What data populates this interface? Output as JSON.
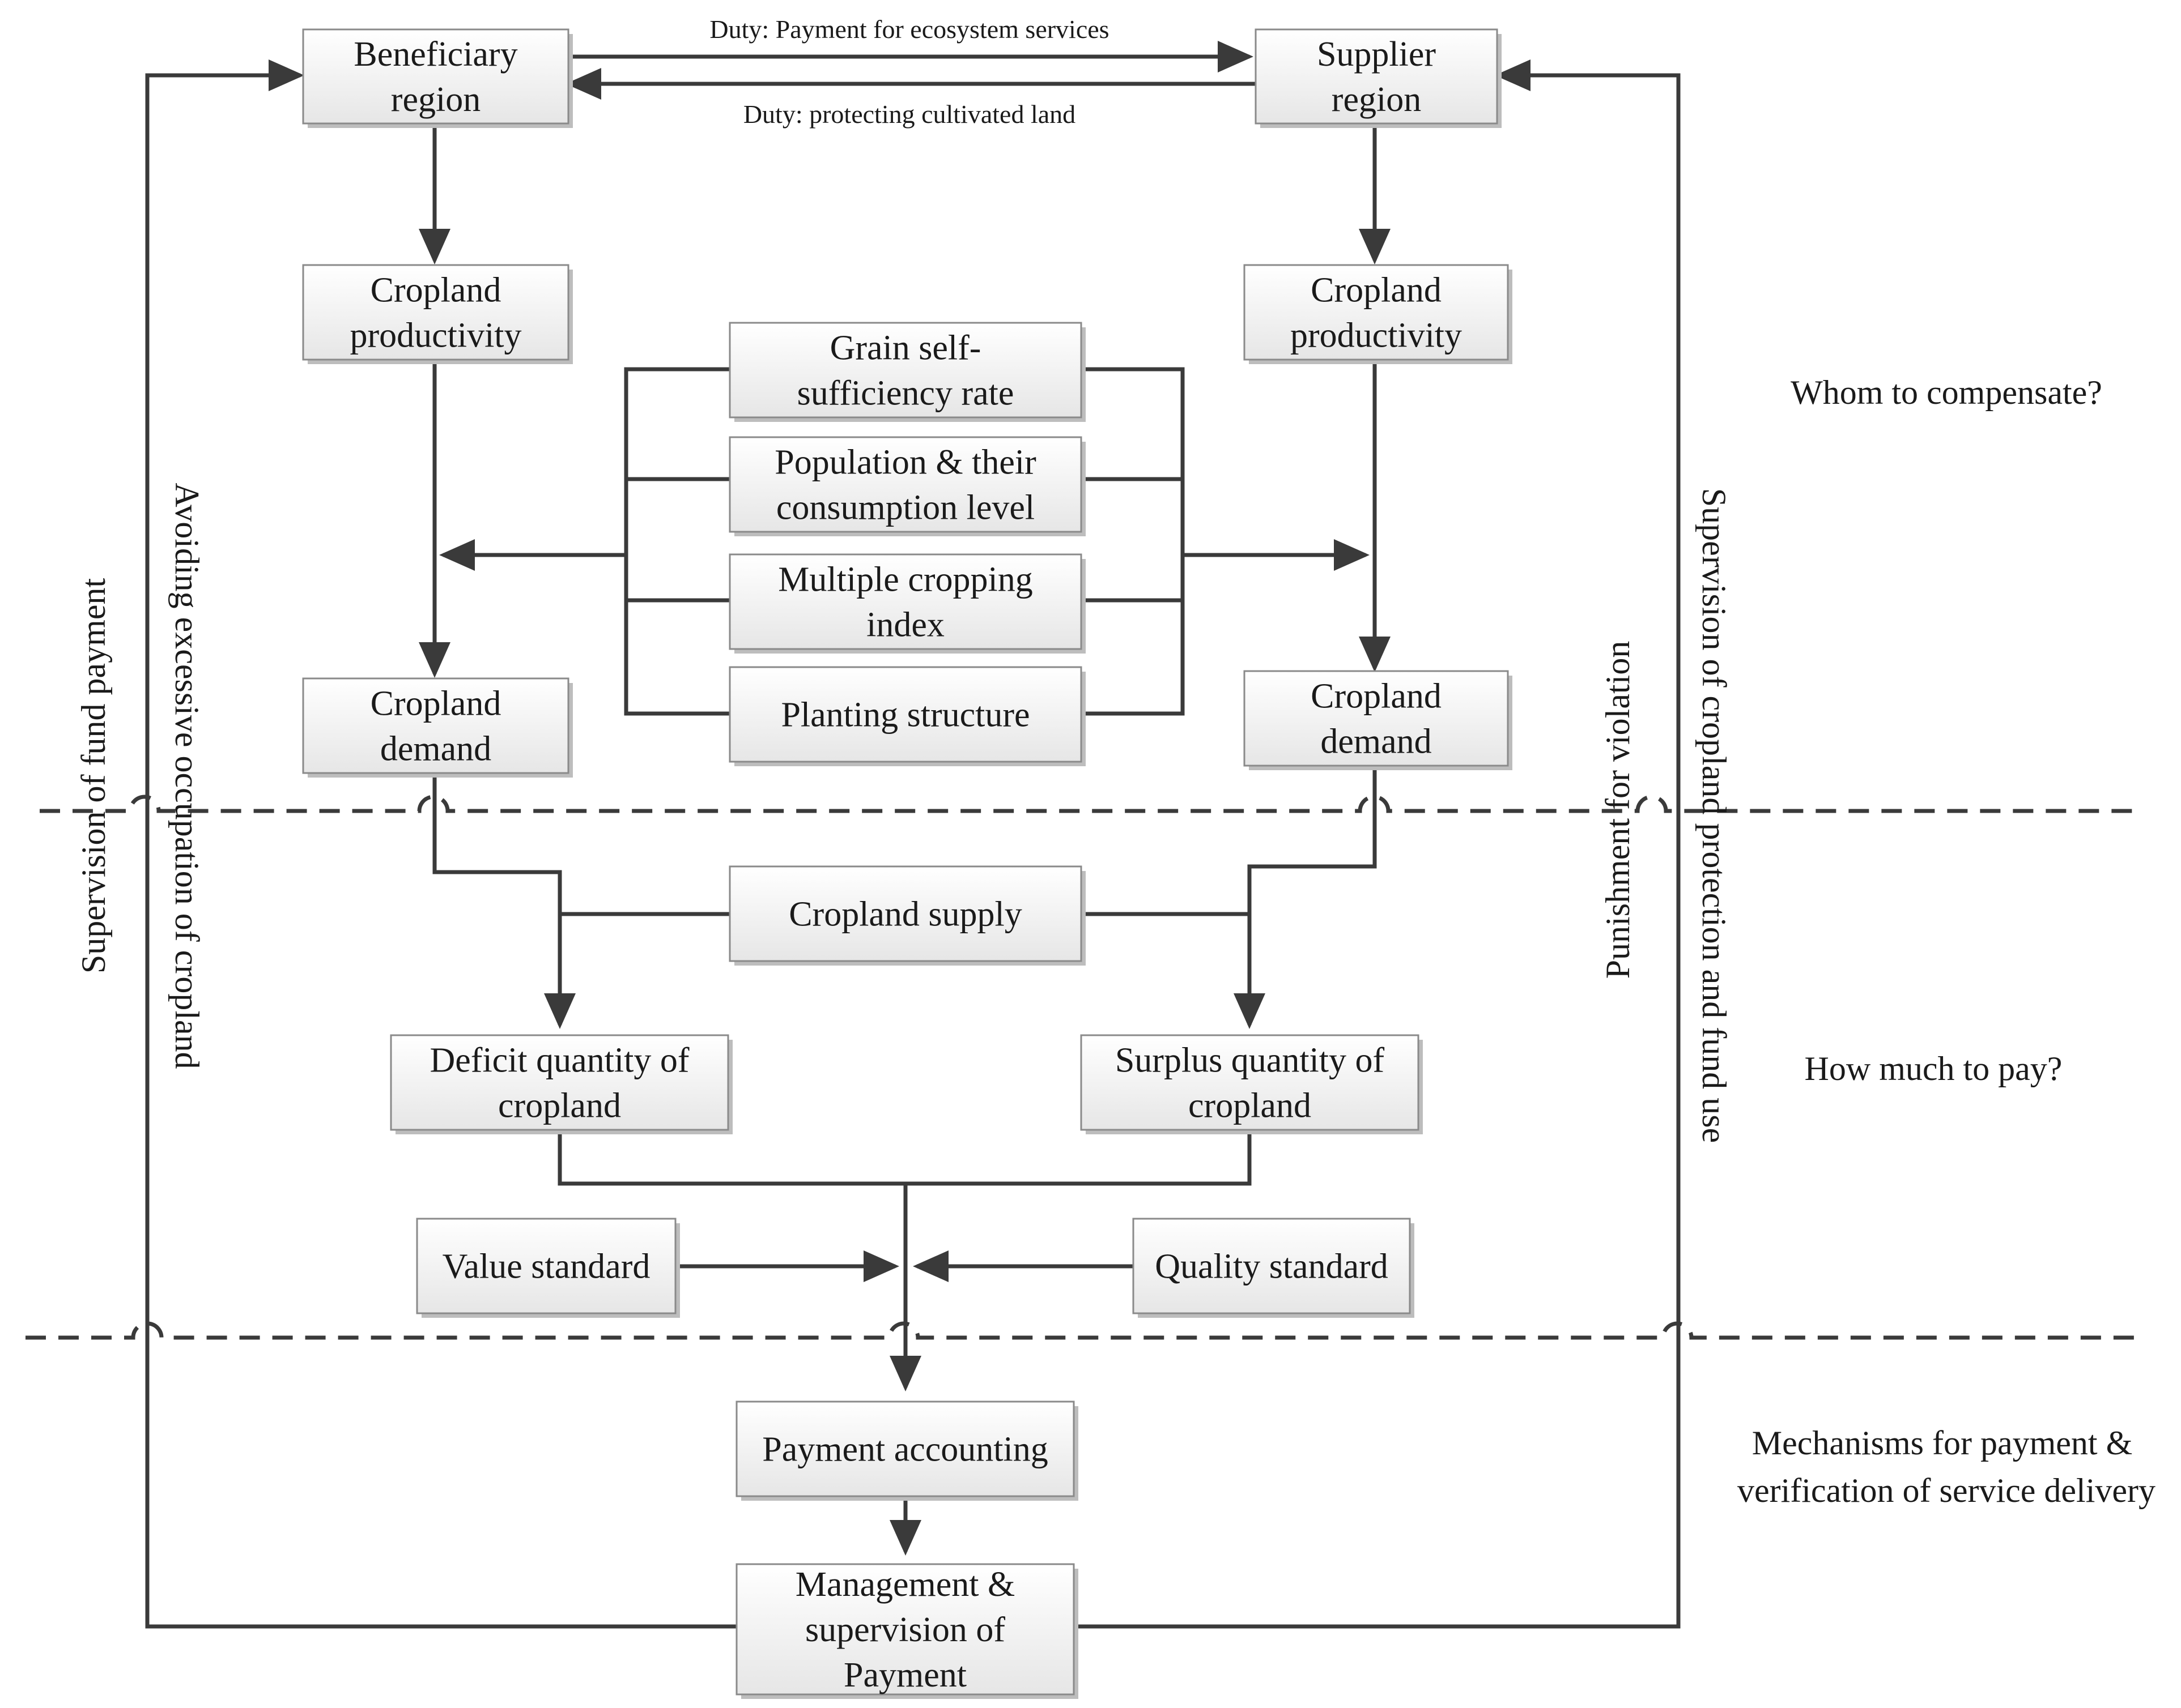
{
  "nodes": {
    "beneficiary_region": [
      "Beneficiary",
      "region"
    ],
    "supplier_region": [
      "Supplier",
      "region"
    ],
    "cropland_productivity_left": [
      "Cropland",
      "productivity"
    ],
    "cropland_productivity_right": [
      "Cropland",
      "productivity"
    ],
    "grain_self_sufficiency": [
      "Grain self-",
      "sufficiency rate"
    ],
    "population_consumption": [
      "Population & their",
      "consumption level"
    ],
    "multiple_cropping": [
      "Multiple cropping",
      "index"
    ],
    "planting_structure": [
      "Planting structure"
    ],
    "cropland_demand_left": [
      "Cropland",
      "demand"
    ],
    "cropland_demand_right": [
      "Cropland",
      "demand"
    ],
    "cropland_supply": [
      "Cropland supply"
    ],
    "deficit_quantity": [
      "Deficit quantity of",
      "cropland"
    ],
    "surplus_quantity": [
      "Surplus quantity of",
      "cropland"
    ],
    "value_standard": [
      "Value standard"
    ],
    "quality_standard": [
      "Quality standard"
    ],
    "payment_accounting": [
      "Payment accounting"
    ],
    "management_supervision": [
      "Management &",
      "supervision of",
      "Payment"
    ]
  },
  "duties": {
    "top": "Duty: Payment for ecosystem services",
    "bottom": "Duty: protecting cultivated land"
  },
  "sections": {
    "whom": "Whom to compensate?",
    "how_much": "How much to pay?",
    "mechanisms": [
      "Mechanisms for payment &",
      "verification of service delivery"
    ]
  },
  "vertical_labels": {
    "left_outer": "Supervision  of fund payment",
    "left_inner": "Avoiding excessive occupation of cropland",
    "right_inner": "Punishment for violation",
    "right_outer": "Supervision of cropland protection and fund use"
  }
}
